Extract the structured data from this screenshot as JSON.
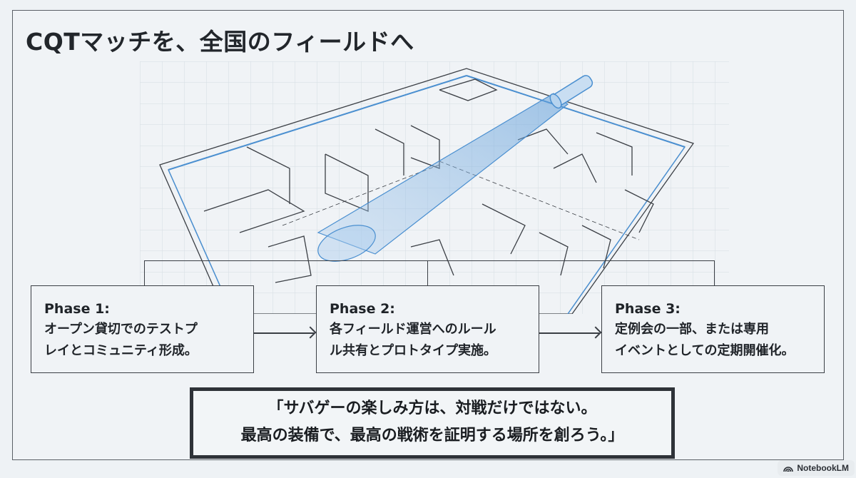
{
  "slide": {
    "title": "CQTマッチを、全国のフィールドへ",
    "illustration_alt": "Isometric wireframe of an indoor airsoft field floor plan with a flashlight beam",
    "accent_color": "#4a8fd0",
    "phases": [
      {
        "label": "Phase 1:",
        "text": "オープン貸切でのテストプレイとコミュニティ形成。",
        "line1": "オープン貸切でのテストプ",
        "line2": "レイとコミュニティ形成。"
      },
      {
        "label": "Phase 2:",
        "text": "各フィールド運営へのルール共有とプロトタイプ実施。",
        "line1": "各フィールド運営へのルール",
        "line2": "ル共有とプロトタイプ実施。"
      },
      {
        "label": "Phase 3:",
        "text": "定例会の一部、または専用イベントとしての定期開催化。",
        "line1": "定例会の一部、または専用",
        "line2": "イベントとしての定期開催化。"
      }
    ],
    "quote": {
      "line1": "「サバゲーの楽しみ方は、対戦だけではない。",
      "line2": "最高の装備で、最高の戦術を証明する場所を創ろう。」"
    }
  },
  "badge": {
    "icon": "notebooklm-logo-icon",
    "label": "NotebookLM"
  }
}
